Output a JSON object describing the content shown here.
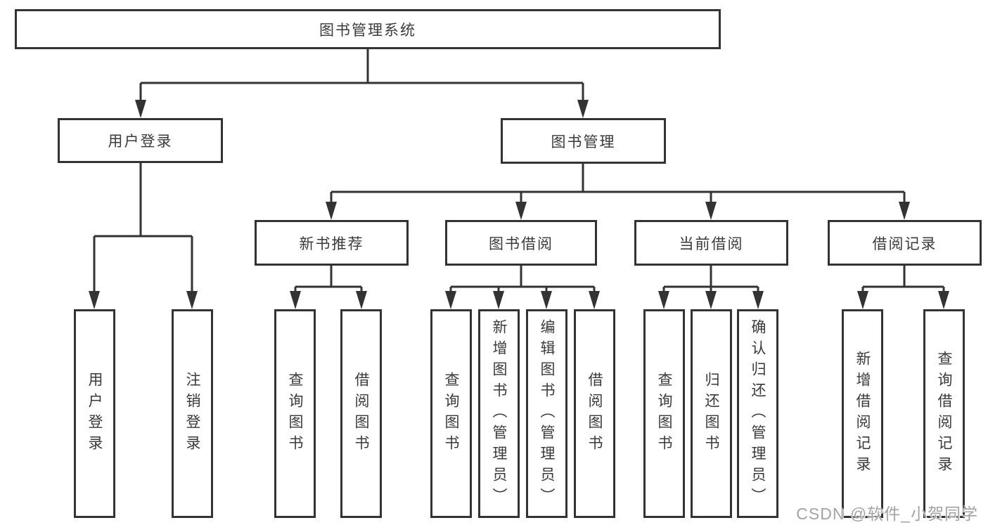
{
  "diagram": {
    "title": "图书管理系统",
    "root": "图书管理系统",
    "level2": [
      "用户登录",
      "图书管理"
    ],
    "level3": [
      "新书推荐",
      "图书借阅",
      "当前借阅",
      "借阅记录"
    ],
    "leaves": [
      "用户登录",
      "注销登录",
      "查询图书",
      "借阅图书",
      "查询图书",
      "新增图书（管理员）",
      "编辑图书（管理员）",
      "借阅图书",
      "查询图书",
      "归还图书",
      "确认归还（管理员）",
      "新增借阅记录",
      "查询借阅记录"
    ],
    "colors": {
      "line": "#333333",
      "text": "#3a3a3a",
      "background": "#ffffff",
      "watermark": "#a3a3a3"
    }
  },
  "watermark": "CSDN @软件_小贺同学"
}
